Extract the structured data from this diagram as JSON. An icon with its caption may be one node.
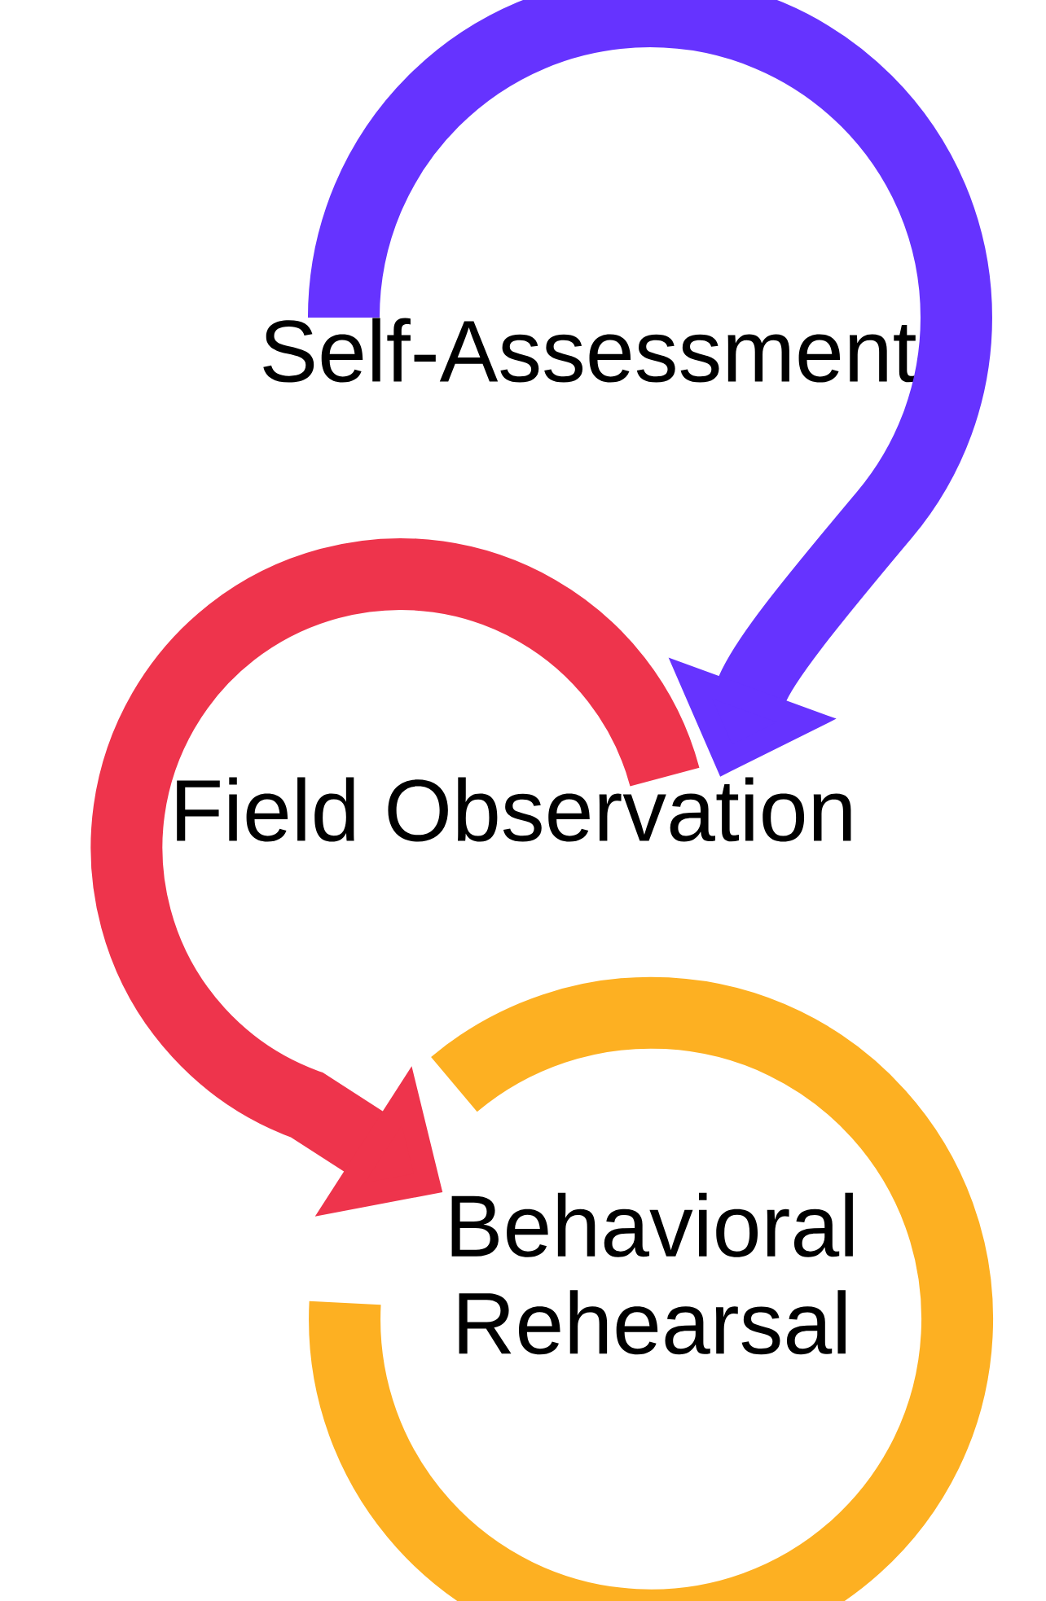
{
  "diagram": {
    "nodes": [
      {
        "text": [
          "Self-Assessment"
        ]
      },
      {
        "text": [
          "Field Observation"
        ]
      },
      {
        "text": [
          "Behavioral Rehearsal"
        ]
      }
    ],
    "edges": [
      {
        "from": 0,
        "to": 1,
        "arrow": "to",
        "color": "#6633ff"
      },
      {
        "from": 1,
        "to": 2,
        "arrow": "to",
        "color": "#ee344c"
      },
      {
        "from": 2,
        "to": 2,
        "arrow": "none",
        "color": "#fdb022"
      }
    ]
  }
}
